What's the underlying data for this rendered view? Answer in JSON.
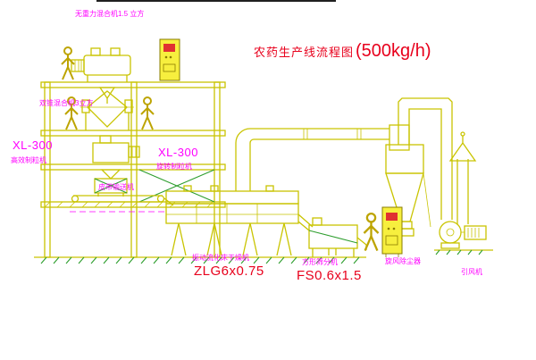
{
  "title": {
    "name": "农药生产线流程图",
    "capacity": "(500kg/h)"
  },
  "labels": {
    "mixer_top": "无重力混合机1.5 立方",
    "double_cone_mixer": "双锥混合机3立方",
    "granulator_left_model": "XL-300",
    "granulator_left_name": "高效制粒机",
    "granulator_right_model": "XL-300",
    "granulator_right_name": "旋转制粒机",
    "belt_conveyor": "皮带输送机",
    "fluid_bed_dryer": "振动流化床干燥机",
    "fluid_bed_dryer_model": "ZLG6x0.75",
    "square_sifter": "方形筛分机",
    "square_sifter_model": "FS0.6x1.5",
    "cyclone": "旋风除尘器",
    "induced_draft_fan": "引风机"
  },
  "colors": {
    "line_yellow": "#c9c400",
    "brace_green": "#2e9e2e",
    "label_magenta": "#ff00ff",
    "model_red": "#e8001c",
    "cabinet_yellow": "#f7ef3e",
    "screen_red": "#e03131",
    "background": "#ffffff"
  }
}
